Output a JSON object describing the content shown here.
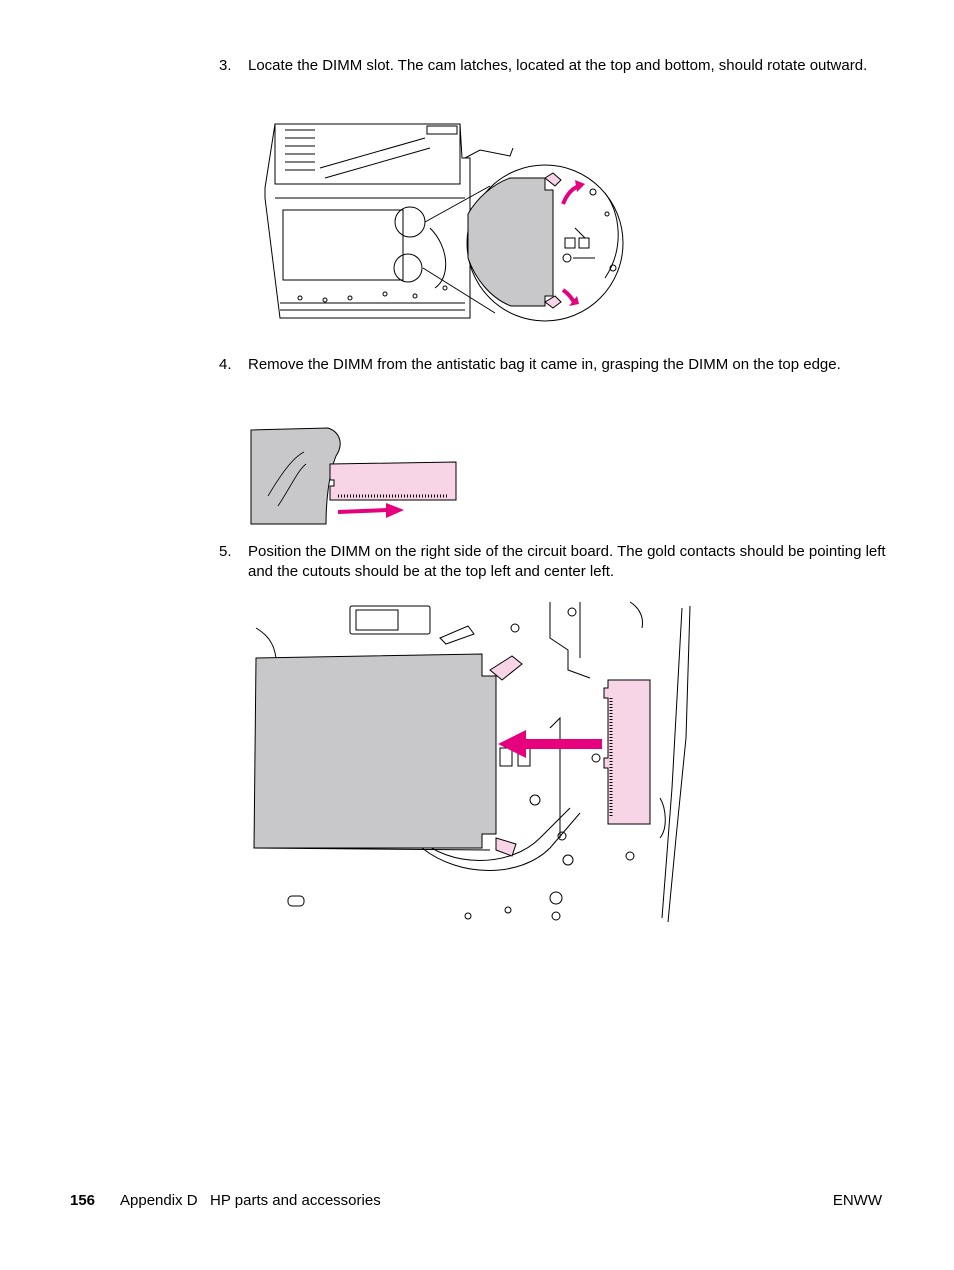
{
  "steps": [
    {
      "number": "3.",
      "text": "Locate the DIMM slot. The cam latches, located at the top and bottom, should rotate outward."
    },
    {
      "number": "4.",
      "text": "Remove the DIMM from the antistatic bag it came in, grasping the DIMM on the top edge."
    },
    {
      "number": "5.",
      "text": "Position the DIMM on the right side of the circuit board. The gold contacts should be pointing left and the cutouts should be at the top left and center left."
    }
  ],
  "footer": {
    "page_number": "156",
    "section": "Appendix D   HP parts and accessories",
    "code": "ENWW"
  },
  "colors": {
    "accent": "#e6007e",
    "dimm_fill": "#f7d4e6",
    "board_gray": "#c8c8ca"
  }
}
